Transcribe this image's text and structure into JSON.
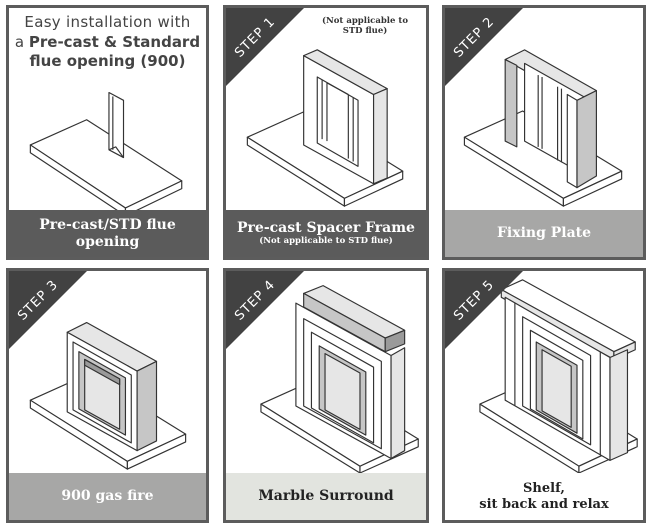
{
  "intro": {
    "line1": "Easy installation with",
    "line2_prefix": "a ",
    "line2_bold": "Pre-cast & Standard",
    "line3": "flue opening (900)"
  },
  "panels": [
    {
      "step": "",
      "caption": "Pre-cast/STD flue opening",
      "subcaption": ""
    },
    {
      "step": "STEP 1",
      "note_line1": "(Not applicable to",
      "note_line2": "STD flue)",
      "caption": "Pre-cast Spacer Frame",
      "subcaption": "(Not applicable to STD flue)"
    },
    {
      "step": "STEP 2",
      "caption": "Fixing Plate",
      "subcaption": ""
    },
    {
      "step": "STEP 3",
      "caption": "900 gas fire",
      "subcaption": ""
    },
    {
      "step": "STEP 4",
      "caption": "Marble Surround",
      "subcaption": ""
    },
    {
      "step": "STEP 5",
      "caption_line1": "Shelf,",
      "caption_line2": "sit back and relax"
    }
  ],
  "colors": {
    "border": "#5c5c5c",
    "step_band": "#424242",
    "caption_dark": "#5b5b5b",
    "caption_mid": "#a7a7a6",
    "caption_light": "#e2e4df"
  }
}
